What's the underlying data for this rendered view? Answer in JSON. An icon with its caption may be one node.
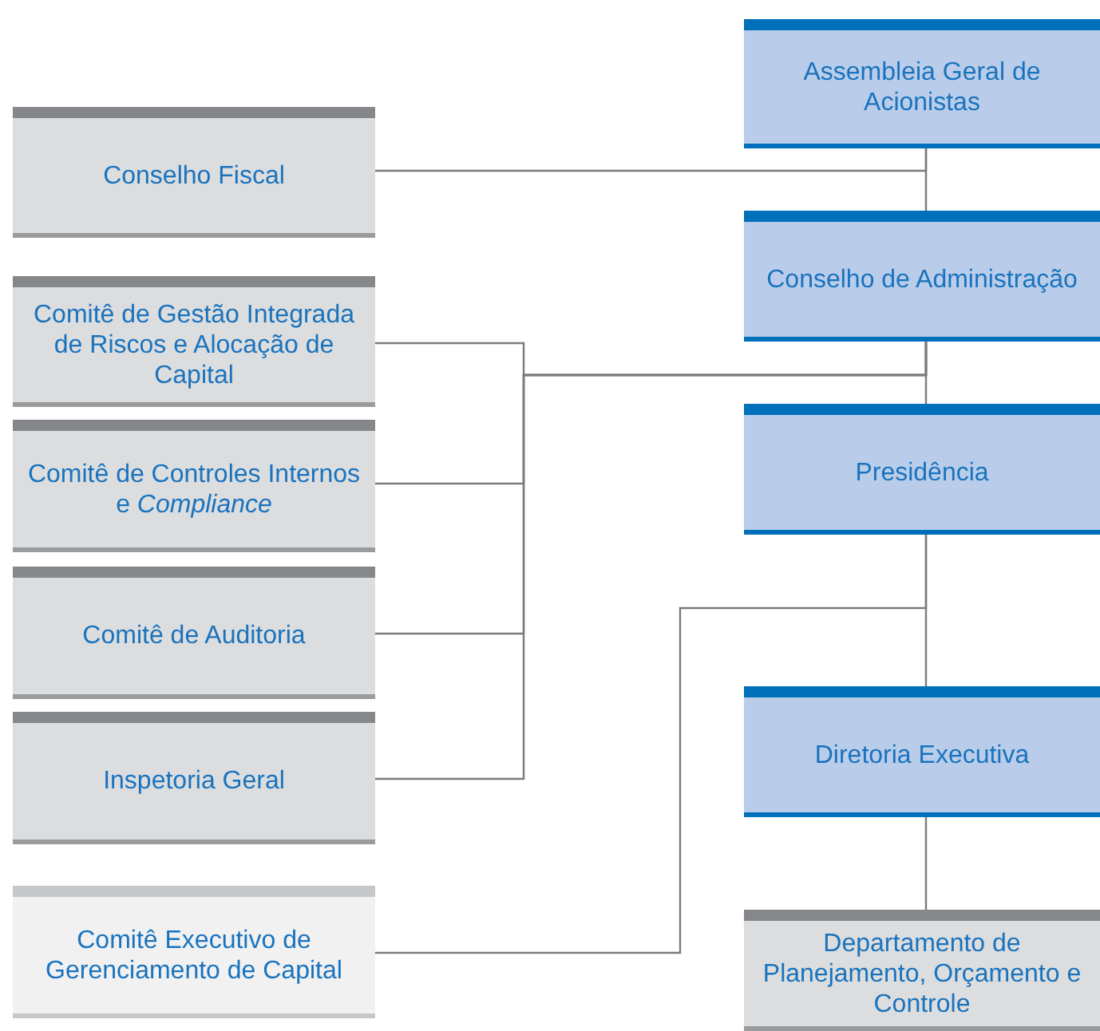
{
  "diagram": {
    "nodes": [
      {
        "text": [
          "Assembleia Geral de Acionistas"
        ]
      },
      {
        "text": [
          "Conselho Fiscal"
        ]
      },
      {
        "text": [
          "Conselho de Administração"
        ]
      },
      {
        "text": [
          "Comitê de Gestão Integrada de Riscos e Alocação de Capital"
        ]
      },
      {
        "text": [
          "Comitê de Controles Internos e *Compliance*"
        ]
      },
      {
        "text": [
          "Comitê de Auditoria"
        ]
      },
      {
        "text": [
          "Inspetoria Geral"
        ]
      },
      {
        "text": [
          "Presidência"
        ]
      },
      {
        "text": [
          "Diretoria Executiva"
        ]
      },
      {
        "text": [
          "Comitê Executivo de Gerenciamento de Capital"
        ]
      },
      {
        "text": [
          "Departamento de Planejamento, Orçamento e Controle"
        ]
      }
    ],
    "edges": [
      {
        "from": 0,
        "to": 2,
        "arrow": "none"
      },
      {
        "from": 0,
        "to": 1,
        "arrow": "none"
      },
      {
        "from": 2,
        "to": 7,
        "arrow": "none"
      },
      {
        "from": 2,
        "to": 3,
        "arrow": "none"
      },
      {
        "from": 2,
        "to": 4,
        "arrow": "none"
      },
      {
        "from": 2,
        "to": 5,
        "arrow": "none"
      },
      {
        "from": 2,
        "to": 6,
        "arrow": "none"
      },
      {
        "from": 7,
        "to": 8,
        "arrow": "none"
      },
      {
        "from": 7,
        "to": 9,
        "arrow": "none"
      },
      {
        "from": 8,
        "to": 10,
        "arrow": "none"
      }
    ]
  }
}
